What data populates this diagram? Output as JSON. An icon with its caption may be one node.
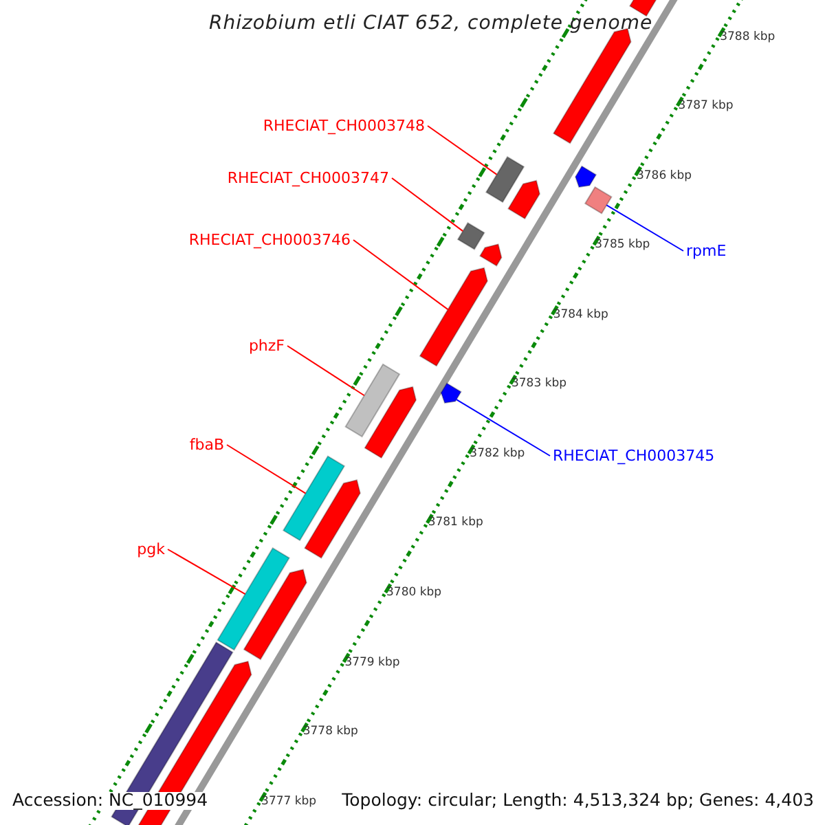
{
  "diagram": {
    "title": "Rhizobium etli CIAT 652, complete genome",
    "nodes": [
      {
        "text": [
          "RHECIAT_CH0003748"
        ]
      },
      {
        "text": [],
        "shape": "bar"
      },
      {
        "text": [
          "RHECIAT_CH0003747"
        ]
      },
      {
        "text": [],
        "shape": "bar"
      },
      {
        "text": [
          "RHECIAT_CH0003746"
        ]
      },
      {
        "text": [],
        "shape": "bar"
      },
      {
        "text": [
          "rpmE"
        ]
      },
      {
        "text": [],
        "shape": "bar"
      },
      {
        "text": [
          "phzF"
        ]
      },
      {
        "text": [],
        "shape": "bar"
      },
      {
        "text": [
          "RHECIAT_CH0003745"
        ]
      },
      {
        "text": [],
        "shape": "bar"
      },
      {
        "text": [
          "fbaB"
        ]
      },
      {
        "text": [],
        "shape": "bar"
      },
      {
        "text": [
          "pgk"
        ]
      },
      {
        "text": [],
        "shape": "bar"
      },
      {
        "text": [],
        "shape": "bar"
      },
      {
        "text": [],
        "shape": "bar"
      },
      {
        "text": [],
        "shape": "bar"
      },
      {
        "text": [],
        "shape": "bar"
      },
      {
        "text": [],
        "shape": "bar"
      },
      {
        "text": [],
        "shape": "bar"
      },
      {
        "text": [],
        "shape": "bar"
      },
      {
        "text": [],
        "shape": "bar"
      },
      {
        "text": [],
        "shape": "bar"
      },
      {
        "text": [],
        "shape": "bar"
      }
    ],
    "edges": [
      {
        "from": 0,
        "to": 1,
        "arrow": "none"
      },
      {
        "from": 2,
        "to": 3,
        "arrow": "none"
      },
      {
        "from": 4,
        "to": 5,
        "arrow": "none"
      },
      {
        "from": 6,
        "to": 7,
        "arrow": "none",
        "color": "#0000ff"
      },
      {
        "from": 8,
        "to": 9,
        "arrow": "none"
      },
      {
        "from": 10,
        "to": 11,
        "arrow": "none",
        "color": "#0000ff"
      },
      {
        "from": 12,
        "to": 13,
        "arrow": "none"
      },
      {
        "from": 14,
        "to": 15,
        "arrow": "none"
      }
    ],
    "labels": [
      "3788 kbp",
      "3787 kbp",
      "3786 kbp",
      "3785 kbp",
      "3784 kbp",
      "3783 kbp",
      "3782 kbp",
      "3781 kbp",
      "3780 kbp",
      "3779 kbp",
      "3778 kbp",
      "3777 kbp",
      "Accession: NC_010994",
      "Topology: circular; Length: 4,513,324 bp; Genes: 4,403"
    ]
  }
}
